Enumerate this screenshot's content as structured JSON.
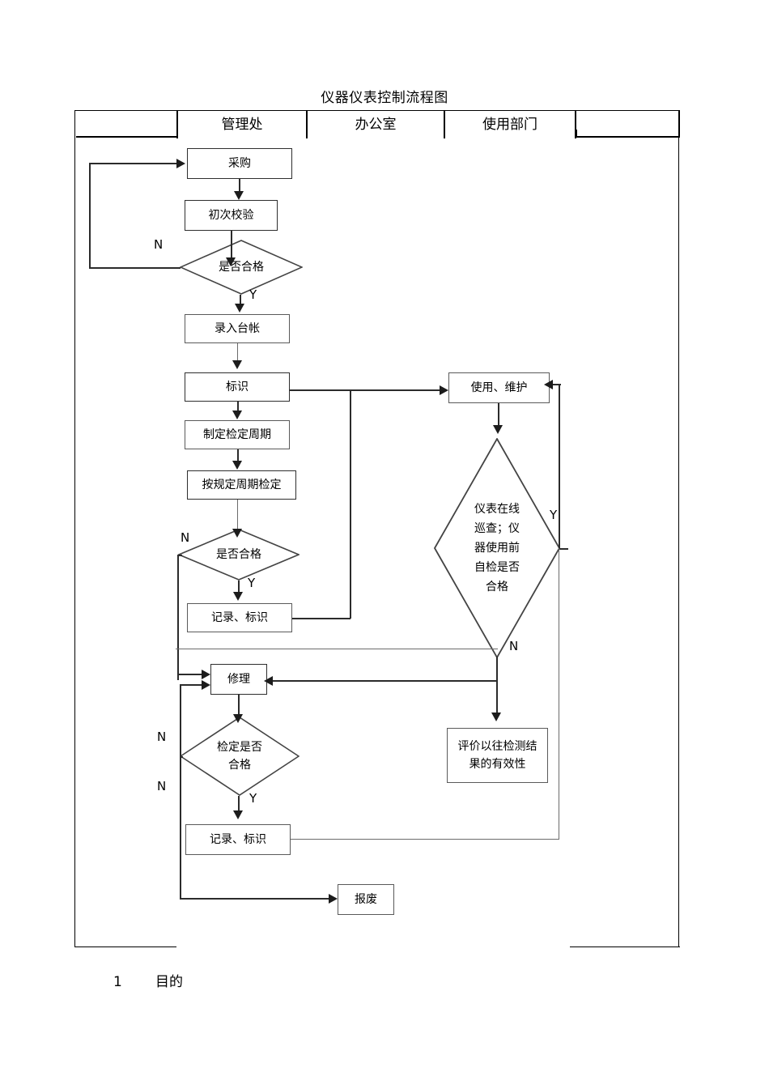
{
  "document": {
    "title": "仪器仪表控制流程图",
    "footer_number": "1",
    "footer_text": "目的"
  },
  "lanes": [
    {
      "label": ""
    },
    {
      "label": "管理处"
    },
    {
      "label": "办公室"
    },
    {
      "label": "使用部门"
    },
    {
      "label": ""
    }
  ],
  "chart_data": {
    "type": "flowchart",
    "title": "仪器仪表控制流程图",
    "lanes": [
      "",
      "管理处",
      "办公室",
      "使用部门",
      ""
    ],
    "nodes": [
      {
        "id": "n1",
        "shape": "process",
        "label": "采购",
        "lane": "管理处"
      },
      {
        "id": "n2",
        "shape": "process",
        "label": "初次校验",
        "lane": "管理处"
      },
      {
        "id": "n3",
        "shape": "decision",
        "label": "是否合格",
        "lane": "管理处"
      },
      {
        "id": "n4",
        "shape": "process",
        "label": "录入台帐",
        "lane": "管理处"
      },
      {
        "id": "n5",
        "shape": "process",
        "label": "标识",
        "lane": "管理处"
      },
      {
        "id": "n6",
        "shape": "process",
        "label": "制定检定周期",
        "lane": "管理处"
      },
      {
        "id": "n7",
        "shape": "process",
        "label": "按规定周期检定",
        "lane": "管理处"
      },
      {
        "id": "n8",
        "shape": "decision",
        "label": "是否合格",
        "lane": "管理处"
      },
      {
        "id": "n9",
        "shape": "process",
        "label": "记录、标识",
        "lane": "管理处"
      },
      {
        "id": "n10",
        "shape": "process",
        "label": "使用、维护",
        "lane": "使用部门"
      },
      {
        "id": "n11",
        "shape": "decision",
        "label": "仪表在线巡查；仪器使用前自检是否合格",
        "lane": "使用部门"
      },
      {
        "id": "n12",
        "shape": "process",
        "label": "修理",
        "lane": "管理处"
      },
      {
        "id": "n13",
        "shape": "decision",
        "label": "检定是否合格",
        "lane": "管理处"
      },
      {
        "id": "n14",
        "shape": "process",
        "label": "记录、标识",
        "lane": "管理处"
      },
      {
        "id": "n15",
        "shape": "process",
        "label": "评价以往检测结果的有效性",
        "lane": "使用部门"
      },
      {
        "id": "n16",
        "shape": "process",
        "label": "报废",
        "lane": "办公室"
      }
    ],
    "edges": [
      {
        "from": "n1",
        "to": "n2",
        "label": ""
      },
      {
        "from": "n2",
        "to": "n3",
        "label": ""
      },
      {
        "from": "n3",
        "to": "n1",
        "label": "N"
      },
      {
        "from": "n3",
        "to": "n4",
        "label": "Y"
      },
      {
        "from": "n4",
        "to": "n5",
        "label": ""
      },
      {
        "from": "n5",
        "to": "n6",
        "label": ""
      },
      {
        "from": "n5",
        "to": "n10",
        "label": ""
      },
      {
        "from": "n6",
        "to": "n7",
        "label": ""
      },
      {
        "from": "n7",
        "to": "n8",
        "label": ""
      },
      {
        "from": "n8",
        "to": "n12",
        "label": "N"
      },
      {
        "from": "n8",
        "to": "n9",
        "label": "Y"
      },
      {
        "from": "n9",
        "to": "n10",
        "label": ""
      },
      {
        "from": "n10",
        "to": "n11",
        "label": ""
      },
      {
        "from": "n11",
        "to": "n10",
        "label": "Y"
      },
      {
        "from": "n11",
        "to": "n12",
        "label": "N"
      },
      {
        "from": "n11",
        "to": "n15",
        "label": "N"
      },
      {
        "from": "n12",
        "to": "n13",
        "label": ""
      },
      {
        "from": "n13",
        "to": "n12",
        "label": "N"
      },
      {
        "from": "n13",
        "to": "n14",
        "label": "Y"
      },
      {
        "from": "n13",
        "to": "n16",
        "label": "N"
      },
      {
        "from": "n14",
        "to": "n10",
        "label": ""
      }
    ],
    "branch_labels": [
      "N",
      "Y",
      "N",
      "Y",
      "Y",
      "N",
      "N",
      "N",
      "Y"
    ]
  },
  "nodes": {
    "purchase": {
      "label": "采购"
    },
    "first_calibration": {
      "label": "初次校验"
    },
    "qualified_1": {
      "label": "是否合格"
    },
    "enter_ledger": {
      "label": "录入台帐"
    },
    "identify": {
      "label": "标识"
    },
    "set_cycle": {
      "label": "制定检定周期"
    },
    "verify_cycle": {
      "label": "按规定周期检定"
    },
    "qualified_2": {
      "label": "是否合格"
    },
    "record_mark_1": {
      "label": "记录、标识"
    },
    "use_maintain": {
      "label": "使用、维护"
    },
    "online_check": {
      "l1": "仪表在线",
      "l2": "巡查；仪",
      "l3": "器使用前",
      "l4": "自检是否",
      "l5": "合格"
    },
    "repair": {
      "label": "修理"
    },
    "verify_qualified": {
      "l1": "检定是否",
      "l2": "合格"
    },
    "record_mark_2": {
      "label": "记录、标识"
    },
    "evaluate": {
      "l1": "评价以往检测结",
      "l2": "果的有效性"
    },
    "scrap": {
      "label": "报废"
    }
  },
  "labels": {
    "n1": "N",
    "y1": "Y",
    "n2": "N",
    "y2": "Y",
    "y3": "Y",
    "n3": "N",
    "n4": "N",
    "n5": "N",
    "y4": "Y"
  },
  "colors": {
    "line": "#2b2b2b",
    "box_border": "#5a5a5a",
    "text": "#000000",
    "background": "#ffffff"
  }
}
